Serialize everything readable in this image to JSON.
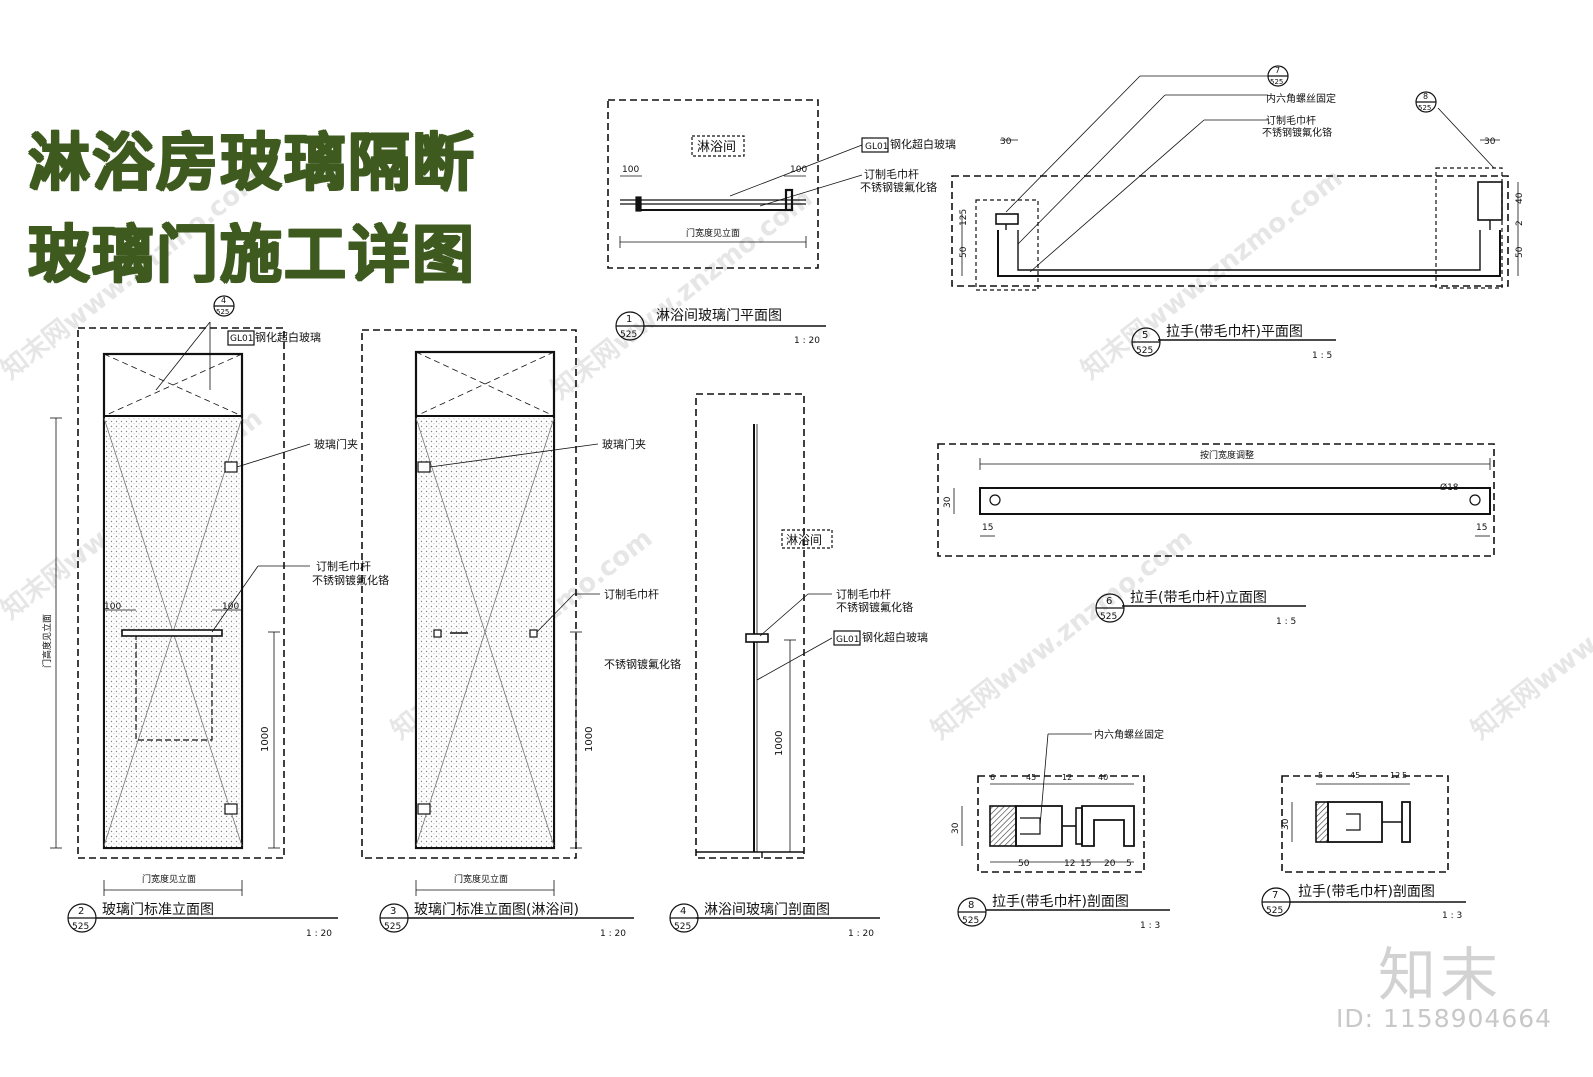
{
  "title": {
    "line1": "淋浴房玻璃隔断",
    "line2": "玻璃门施工详图"
  },
  "watermark": {
    "brand": "知末",
    "id": "ID: 1158904664",
    "pattern": "知末网www.znzmo.com"
  },
  "materials": {
    "glass_code": "GL01",
    "glass": "钢化超白玻璃",
    "clip": "玻璃门夹",
    "towel_bar": "订制毛巾杆",
    "stainless": "不锈钢镀氟化铬",
    "screw": "内六角螺丝固定",
    "shower_room": "淋浴间"
  },
  "dims": {
    "door_width": "门宽度见立面",
    "door_height": "门高度见立面",
    "door_width_site": "按门宽度调整",
    "d1000": "1000",
    "d100": "100",
    "d30": "30",
    "d15": "15",
    "d125": "125",
    "d50": "50",
    "d40": "40",
    "d2": "2",
    "d45": "45",
    "d12": "12",
    "d20": "20",
    "d5": "5",
    "d6": "6",
    "phi": "Ø18"
  },
  "views": [
    {
      "num": "1",
      "sheet": "525",
      "name": "淋浴间玻璃门平面图",
      "scale": "1 : 20"
    },
    {
      "num": "2",
      "sheet": "525",
      "name": "玻璃门标准立面图",
      "scale": "1 : 20"
    },
    {
      "num": "3",
      "sheet": "525",
      "name": "玻璃门标准立面图(淋浴间)",
      "scale": "1 : 20"
    },
    {
      "num": "4",
      "sheet": "525",
      "name": "淋浴间玻璃门剖面图",
      "scale": "1 : 20"
    },
    {
      "num": "5",
      "sheet": "525",
      "name": "拉手(带毛巾杆)平面图",
      "scale": "1 : 5"
    },
    {
      "num": "6",
      "sheet": "525",
      "name": "拉手(带毛巾杆)立面图",
      "scale": "1 : 5"
    },
    {
      "num": "8",
      "sheet": "525",
      "name": "拉手(带毛巾杆)剖面图",
      "scale": "1 : 3"
    },
    {
      "num": "7",
      "sheet": "525",
      "name": "拉手(带毛巾杆)剖面图",
      "scale": "1 : 3"
    }
  ],
  "callouts": [
    {
      "num": "4",
      "sheet": "525"
    },
    {
      "num": "7",
      "sheet": "525"
    },
    {
      "num": "8",
      "sheet": "525"
    }
  ]
}
